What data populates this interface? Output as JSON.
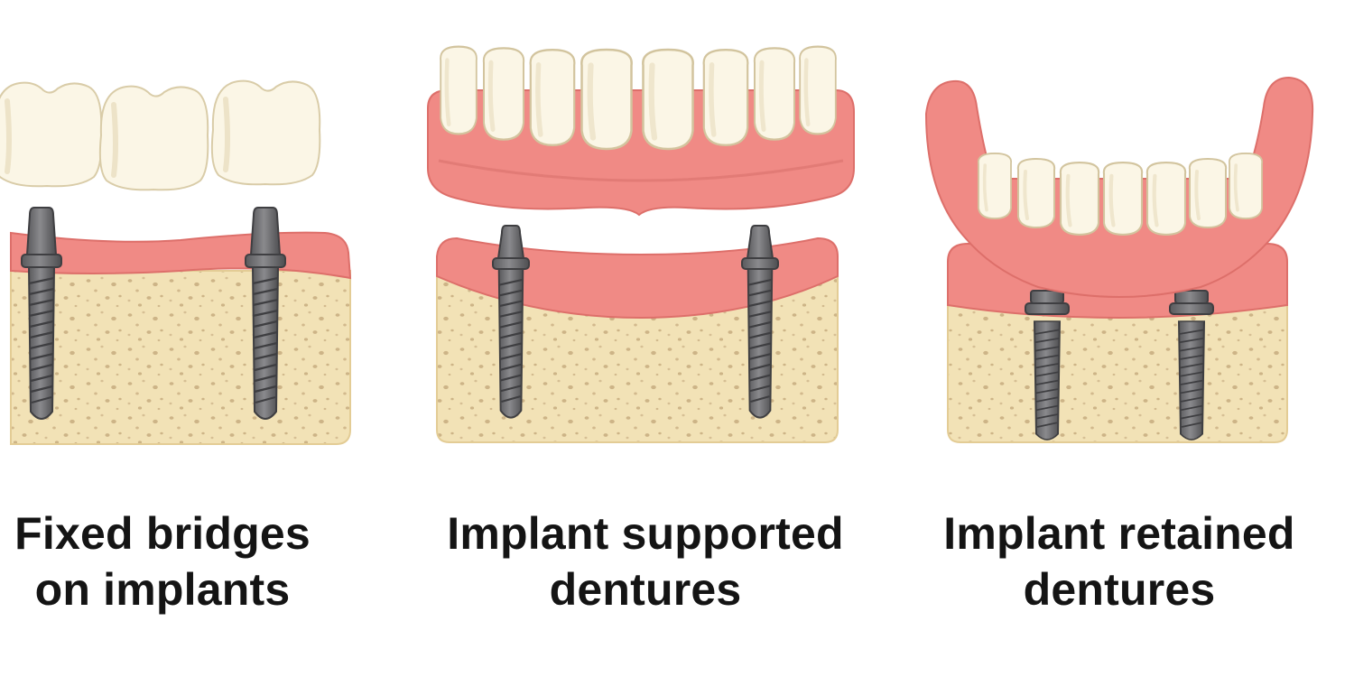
{
  "panels": [
    {
      "caption_line1": "Fixed bridges",
      "caption_line2": "on implants"
    },
    {
      "caption_line1": "Implant supported",
      "caption_line2": "dentures"
    },
    {
      "caption_line1": "Implant retained",
      "caption_line2": "dentures"
    }
  ],
  "colors": {
    "bone": "#f2e2b6",
    "bone_spot": "#cdb487",
    "gum": "#f08a85",
    "gum_dark": "#dd6f6a",
    "tooth": "#fbf6e6",
    "tooth_shade": "#e7dcc0",
    "implant": "#7b7b7d",
    "implant_dark": "#4f4f52",
    "text": "#141414"
  }
}
